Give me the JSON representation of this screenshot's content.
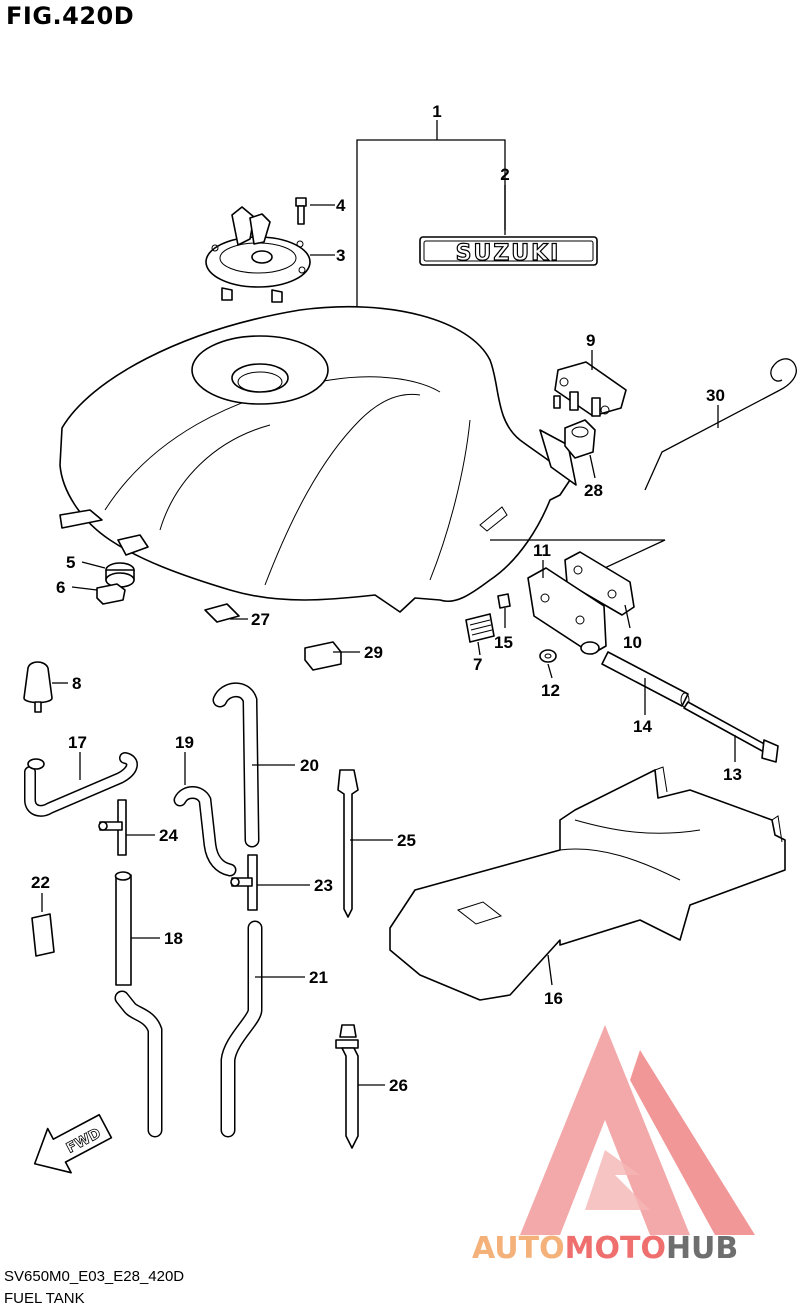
{
  "figure": {
    "title": "FIG.420D",
    "model_code": "SV650M0_E03_E28_420D",
    "name": "FUEL TANK"
  },
  "emblem_text": "SUZUKI",
  "direction_arrow_text": "FWD",
  "watermark": {
    "text_part1": "AUTO",
    "text_part2": "MOTO",
    "text_part3": "HUB",
    "color_orange": "#f4b27a",
    "color_red": "#ef6f6f",
    "color_gray": "#6e6e6e"
  },
  "callouts": {
    "c1": "1",
    "c2": "2",
    "c3": "3",
    "c4": "4",
    "c5": "5",
    "c6": "6",
    "c7": "7",
    "c8": "8",
    "c9": "9",
    "c10": "10",
    "c11": "11",
    "c12": "12",
    "c13": "13",
    "c14": "14",
    "c15": "15",
    "c16": "16",
    "c17": "17",
    "c18": "18",
    "c19": "19",
    "c20": "20",
    "c21": "21",
    "c22": "22",
    "c23": "23",
    "c24": "24",
    "c25": "25",
    "c26": "26",
    "c27": "27",
    "c28": "28",
    "c29": "29",
    "c30": "30"
  }
}
